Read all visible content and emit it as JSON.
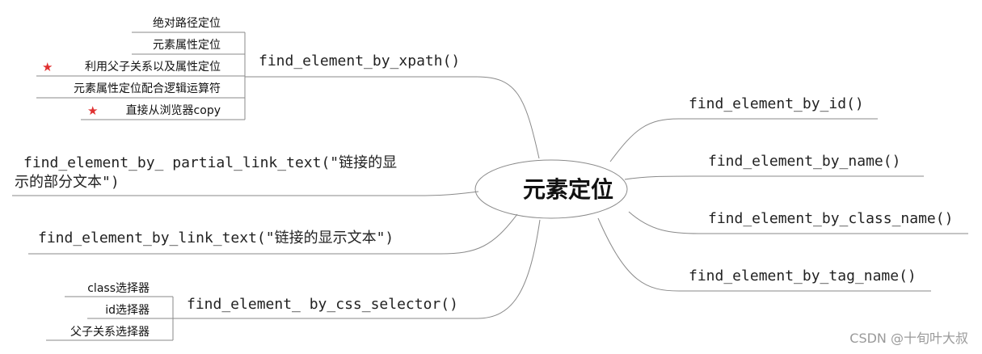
{
  "center_node": {
    "label": "元素定位"
  },
  "branches": {
    "xpath": {
      "label": "find_element_by_xpath()",
      "children": [
        {
          "label": "绝对路径定位",
          "starred": false
        },
        {
          "label": "元素属性定位",
          "starred": false
        },
        {
          "label": "利用父子关系以及属性定位",
          "starred": true
        },
        {
          "label": "元素属性定位配合逻辑运算符",
          "starred": false
        },
        {
          "label": "直接从浏览器copy",
          "starred": true
        }
      ]
    },
    "partial_link": {
      "label_line1": "find_element_by_ partial_link_text(\"链接的显",
      "label_line2": "示的部分文本\")"
    },
    "link_text": {
      "label": "find_element_by_link_text(\"链接的显示文本\")"
    },
    "css": {
      "label": "find_element_ by_css_selector()",
      "children": [
        {
          "label": "class选择器"
        },
        {
          "label": "id选择器"
        },
        {
          "label": "父子关系选择器"
        }
      ]
    },
    "id": {
      "label": "find_element_by_id()"
    },
    "name": {
      "label": "find_element_by_name()"
    },
    "class_name": {
      "label": "find_element_by_class_name()"
    },
    "tag_name": {
      "label": "find_element_by_tag_name()"
    }
  },
  "watermark": "CSDN @十旬叶大叔",
  "colors": {
    "star": "#e03030",
    "line": "#8a8a8a"
  }
}
